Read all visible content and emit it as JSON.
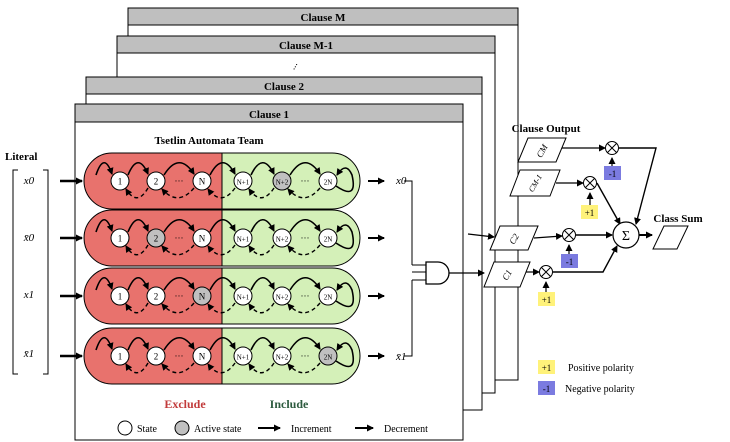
{
  "clause_titles": [
    "Clause M",
    "Clause M-1",
    "Clause 2",
    "Clause 1"
  ],
  "clause_ellipsis": "...",
  "tsetlin_title": "Tsetlin Automata Team",
  "literal_title": "Literal",
  "literals": [
    "x0",
    "x̄0",
    "x1",
    "x̄1"
  ],
  "state_labels_exclude": [
    "1",
    "2",
    "N"
  ],
  "state_labels_include": [
    "N+1",
    "N+2",
    "2N"
  ],
  "dots": "···",
  "active_states": [
    {
      "row": 0,
      "state": "N+2"
    },
    {
      "row": 1,
      "state": "2"
    },
    {
      "row": 2,
      "state": "N"
    },
    {
      "row": 3,
      "state": "2N"
    }
  ],
  "exclude_label": "Exclude",
  "include_label": "Include",
  "output_x0": "x0",
  "output_x1bar": "x̄1",
  "clause_output_title": "Clause Output",
  "clause_outputs": [
    "CM",
    "CM-1",
    "C2",
    "C1"
  ],
  "polarities": [
    "-1",
    "+1",
    "-1",
    "+1"
  ],
  "sum_symbol": "Σ",
  "times_symbol": "⊗",
  "class_sum_label": "Class Sum",
  "legend_polarity": [
    {
      "badge": "+1",
      "text": "Positive polarity"
    },
    {
      "badge": "-1",
      "text": "Negative polarity"
    }
  ],
  "legend_bottom": {
    "state": "State",
    "active_state": "Active state",
    "increment": "Increment",
    "decrement": "Decrement"
  },
  "colors": {
    "exclude_fill": "#e8726d",
    "include_fill": "#d4f0b8",
    "exclude_text": "#c23b3b",
    "include_text": "#2d5b3f",
    "active_state": "#c0c0c0",
    "header_fill": "#bfbfbf",
    "positive_badge": "#fff27a",
    "negative_badge": "#7b7be0"
  }
}
